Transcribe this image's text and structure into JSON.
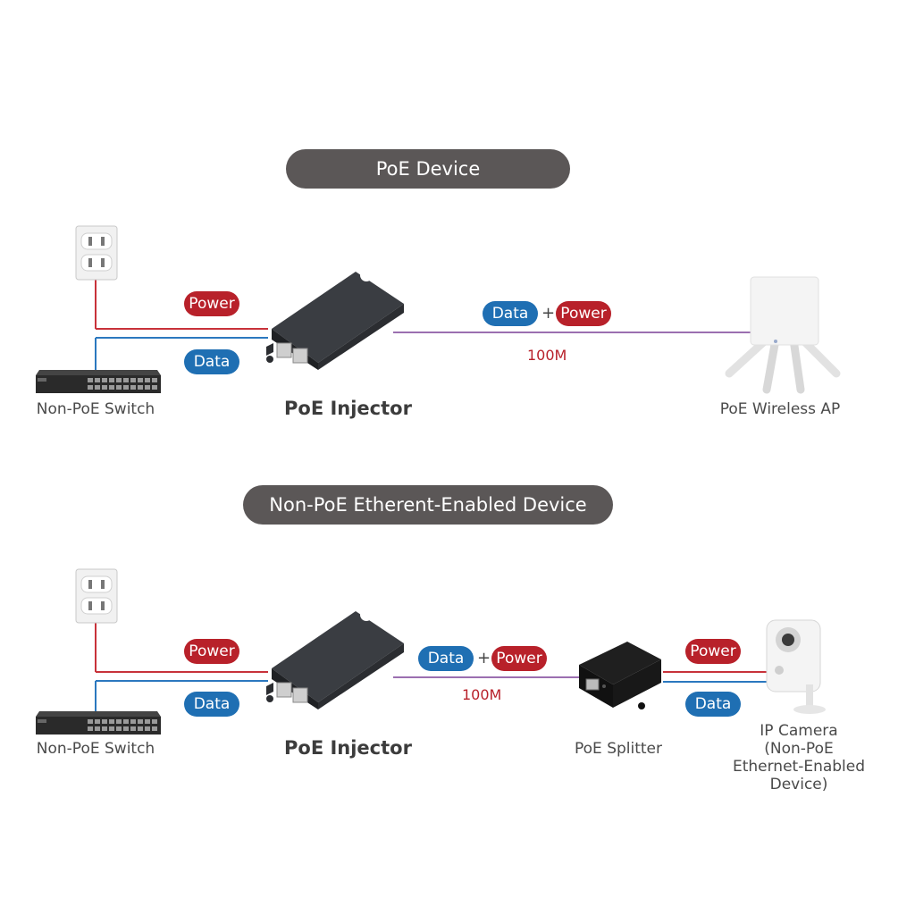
{
  "sections": {
    "poe_device": {
      "title": "PoE Device",
      "power_pill": "Power",
      "data_pill": "Data",
      "combined_data": "Data",
      "combined_plus": "+",
      "combined_power": "Power",
      "speed": "100M",
      "switch_label": "Non-PoE Switch",
      "injector_label": "PoE Injector",
      "ap_label": "PoE Wireless AP"
    },
    "non_poe_device": {
      "title": "Non-PoE Etherent-Enabled Device",
      "power_pill": "Power",
      "data_pill": "Data",
      "combined_data": "Data",
      "combined_plus": "+",
      "combined_power": "Power",
      "speed": "100M",
      "switch_label": "Non-PoE Switch",
      "injector_label": "PoE Injector",
      "splitter_label": "PoE Splitter",
      "out_power_pill": "Power",
      "out_data_pill": "Data",
      "camera_label_1": "IP Camera",
      "camera_label_2": "(Non-PoE",
      "camera_label_3": "Ethernet-Enabled",
      "camera_label_4": "Device)"
    }
  },
  "colors": {
    "power": "#b8212a",
    "data": "#1f6fb3",
    "combined_line": "#9b6fb0",
    "header_bg": "#5b5757"
  },
  "icons": [
    "wall-outlet-icon",
    "network-switch-icon",
    "poe-injector-icon",
    "wireless-ap-icon",
    "poe-splitter-icon",
    "ip-camera-icon"
  ]
}
